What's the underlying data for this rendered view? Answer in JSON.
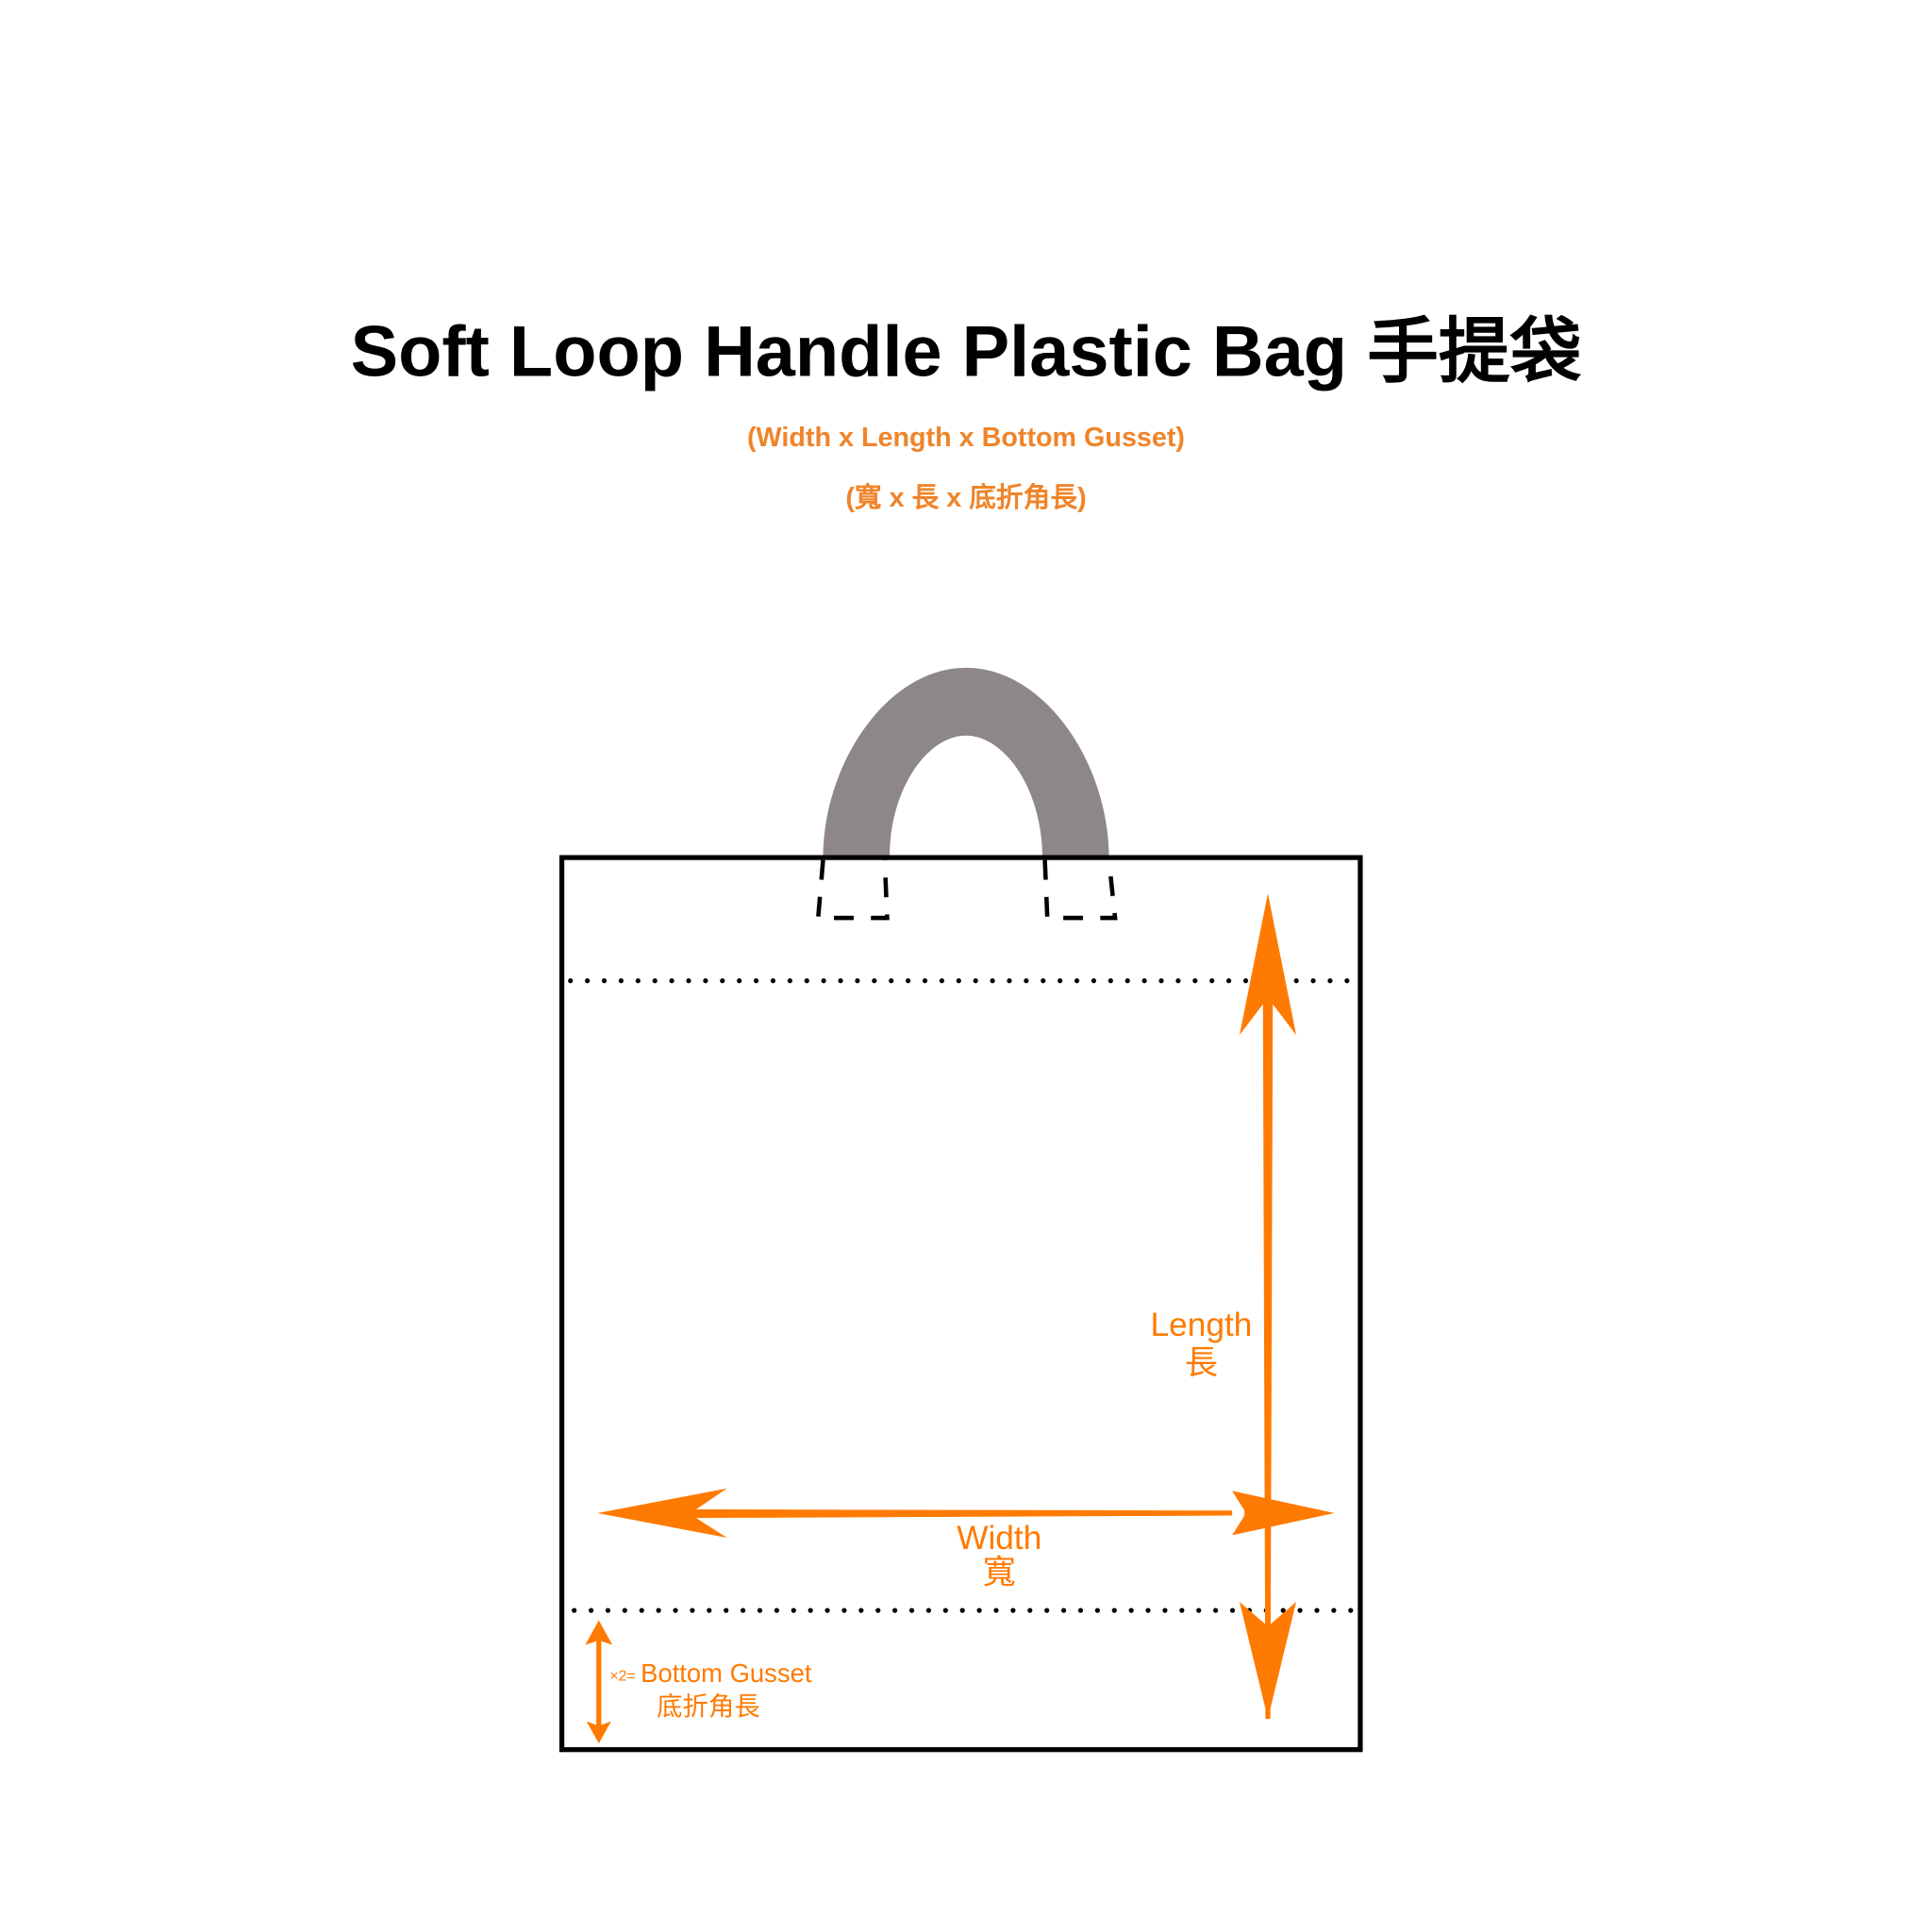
{
  "title": "Soft Loop Handle Plastic Bag  手提袋",
  "subtitle_en": "(Width x Length x Bottom Gusset)",
  "subtitle_zh": "(寬 x 長 x 底折角長)",
  "labels": {
    "length_en": "Length",
    "length_zh": "長",
    "width_en": "Width",
    "width_zh": "寬",
    "gusset_multiplier": "×2=",
    "gusset_en": "Bottom Gusset",
    "gusset_zh": "底折角長"
  },
  "colors": {
    "accent": "#ff7a00",
    "handle": "#8e8787",
    "outline": "#000000"
  }
}
